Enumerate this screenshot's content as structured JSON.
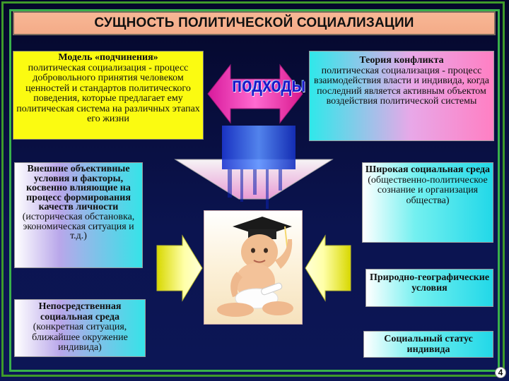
{
  "title": "СУЩНОСТЬ ПОЛИТИЧЕСКОЙ СОЦИАЛИЗАЦИИ",
  "approaches_label": "подходы",
  "top_left": {
    "heading": "Модель «подчинения»",
    "body": "политическая социализация - процесс добровольного принятия человеком ценностей и стандартов политического поведения, которые предлагает ему политическая система на различных этапах его жизни"
  },
  "top_right": {
    "heading": "Теория конфликта",
    "body": "политическая социализация - процесс взаимодействия власти и индивида, когда последний является активным объектом воздействия политической системы"
  },
  "left_factors": [
    {
      "heading": "Внешние объективные условия и факторы, косвенно влияющие на процесс формирования качеств личности",
      "body": "(историческая обстановка, экономическая ситуация и т.д.)"
    },
    {
      "heading": "Непосредственная социальная среда",
      "body": "(конкретная ситуация, ближайшее окружение индивида)"
    }
  ],
  "right_factors": [
    {
      "heading": "Широкая социальная среда",
      "body": "(общественно-политическое сознание и организация общества)"
    },
    {
      "heading": "Природно-географические условия",
      "body": ""
    },
    {
      "heading": "Социальный статус индивида",
      "body": ""
    }
  ],
  "center_image": "baby-in-graduation-cap",
  "page_number": "4"
}
